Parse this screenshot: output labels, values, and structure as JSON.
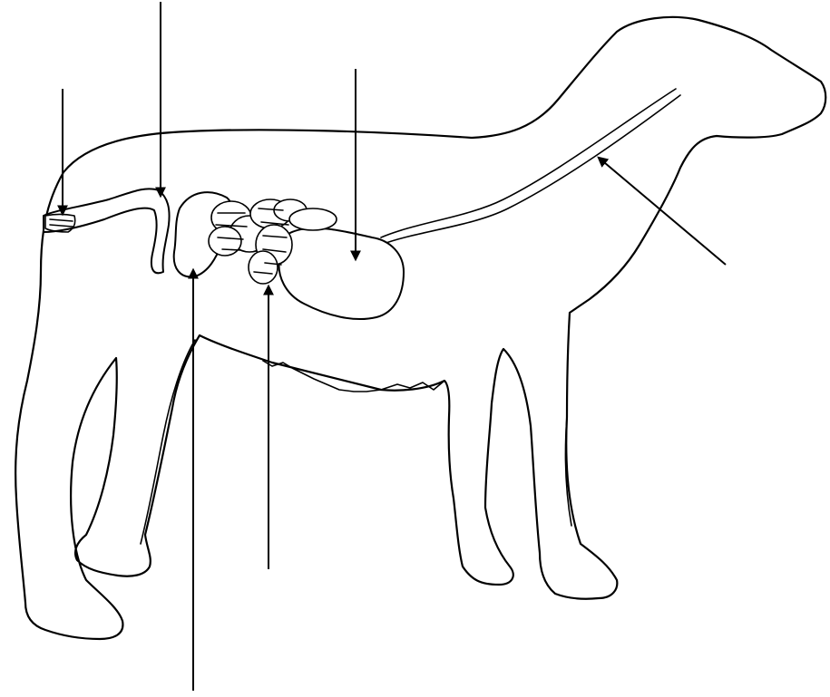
{
  "diagram": {
    "subject": "dog",
    "label_pointers": [
      {
        "id": "pointer-rectum",
        "target": "rectum",
        "label": ""
      },
      {
        "id": "pointer-large-intestine",
        "target": "large-intestine",
        "label": ""
      },
      {
        "id": "pointer-stomach",
        "target": "stomach",
        "label": ""
      },
      {
        "id": "pointer-esophagus",
        "target": "esophagus",
        "label": ""
      },
      {
        "id": "pointer-small-intestine",
        "target": "small-intestine",
        "label": ""
      },
      {
        "id": "pointer-cecum",
        "target": "cecum",
        "label": ""
      }
    ],
    "colors": {
      "line": "#000000",
      "background": "#ffffff"
    }
  }
}
